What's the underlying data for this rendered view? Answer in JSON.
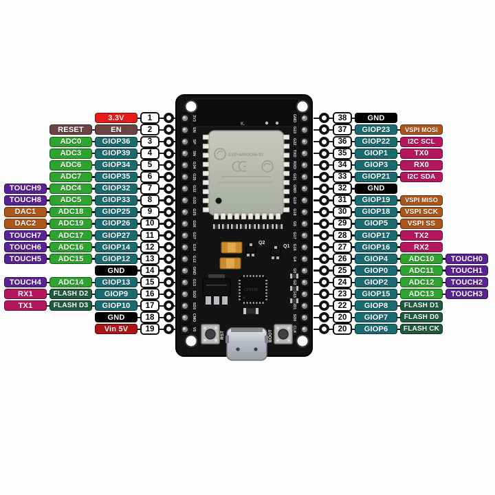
{
  "palette": {
    "power_3v3_red": "#e31b1b",
    "en_reset_brown": "#6b4543",
    "adc_green": "#2fa32f",
    "gpio_teal": "#1a6b70",
    "touch_purple": "#5a2293",
    "dac_vspi_sienna": "#ad561c",
    "uart_i2c_magenta": "#b5175f",
    "flash_dark_green": "#1e5c3c",
    "gnd_black": "#000000",
    "vin_dark_red": "#ae1116",
    "board_black": "#131313",
    "module_silver": "#b9bdb3"
  },
  "pinout": {
    "left_rows": [
      {
        "pin": "1",
        "labels": [
          {
            "text": "3.3V",
            "type": "power3v3"
          }
        ]
      },
      {
        "pin": "2",
        "labels": [
          {
            "text": "RESET",
            "type": "en"
          },
          {
            "text": "EN",
            "type": "en"
          }
        ]
      },
      {
        "pin": "3",
        "labels": [
          {
            "text": "ADC0",
            "type": "adc"
          },
          {
            "text": "GIOP36",
            "type": "gpio"
          }
        ]
      },
      {
        "pin": "4",
        "labels": [
          {
            "text": "ADC3",
            "type": "adc"
          },
          {
            "text": "GIOP39",
            "type": "gpio"
          }
        ]
      },
      {
        "pin": "5",
        "labels": [
          {
            "text": "ADC6",
            "type": "adc"
          },
          {
            "text": "GIOP34",
            "type": "gpio"
          }
        ]
      },
      {
        "pin": "6",
        "labels": [
          {
            "text": "ADC7",
            "type": "adc"
          },
          {
            "text": "GIOP35",
            "type": "gpio"
          }
        ]
      },
      {
        "pin": "7",
        "labels": [
          {
            "text": "TOUCH9",
            "type": "touch"
          },
          {
            "text": "ADC4",
            "type": "adc"
          },
          {
            "text": "GIOP32",
            "type": "gpio"
          }
        ]
      },
      {
        "pin": "8",
        "labels": [
          {
            "text": "TOUCH8",
            "type": "touch"
          },
          {
            "text": "ADC5",
            "type": "adc"
          },
          {
            "text": "GIOP33",
            "type": "gpio"
          }
        ]
      },
      {
        "pin": "9",
        "labels": [
          {
            "text": "DAC1",
            "type": "dac"
          },
          {
            "text": "ADC18",
            "type": "adc"
          },
          {
            "text": "GIOP25",
            "type": "gpio"
          }
        ]
      },
      {
        "pin": "10",
        "labels": [
          {
            "text": "DAC2",
            "type": "dac"
          },
          {
            "text": "ADC19",
            "type": "adc"
          },
          {
            "text": "GIOP26",
            "type": "gpio"
          }
        ]
      },
      {
        "pin": "11",
        "labels": [
          {
            "text": "TOUCH7",
            "type": "touch"
          },
          {
            "text": "ADC17",
            "type": "adc"
          },
          {
            "text": "GIOP27",
            "type": "gpio"
          }
        ]
      },
      {
        "pin": "12",
        "labels": [
          {
            "text": "TOUCH6",
            "type": "touch"
          },
          {
            "text": "ADC16",
            "type": "adc"
          },
          {
            "text": "GIOP14",
            "type": "gpio"
          }
        ]
      },
      {
        "pin": "13",
        "labels": [
          {
            "text": "TOUCH5",
            "type": "touch"
          },
          {
            "text": "ADC15",
            "type": "adc"
          },
          {
            "text": "GIOP12",
            "type": "gpio"
          }
        ]
      },
      {
        "pin": "14",
        "labels": [
          {
            "text": "GND",
            "type": "gnd"
          }
        ]
      },
      {
        "pin": "15",
        "labels": [
          {
            "text": "TOUCH4",
            "type": "touch"
          },
          {
            "text": "ADC14",
            "type": "adc"
          },
          {
            "text": "GIOP13",
            "type": "gpio"
          }
        ]
      },
      {
        "pin": "16",
        "labels": [
          {
            "text": "RX1",
            "type": "uart"
          },
          {
            "text": "FLASH D2",
            "type": "flash"
          },
          {
            "text": "GIOP9",
            "type": "gpio"
          }
        ]
      },
      {
        "pin": "17",
        "labels": [
          {
            "text": "TX1",
            "type": "uart"
          },
          {
            "text": "FLASH D3",
            "type": "flash"
          },
          {
            "text": "GIOP10",
            "type": "gpio"
          }
        ]
      },
      {
        "pin": "18",
        "labels": [
          {
            "text": "GND",
            "type": "gnd"
          }
        ]
      },
      {
        "pin": "19",
        "labels": [
          {
            "text": "Vin 5V",
            "type": "vin"
          }
        ]
      }
    ],
    "right_rows": [
      {
        "pin": "38",
        "labels": [
          {
            "text": "GND",
            "type": "gnd"
          }
        ]
      },
      {
        "pin": "37",
        "labels": [
          {
            "text": "GIOP23",
            "type": "gpio"
          },
          {
            "text": "VSPI MOSI",
            "type": "vspi"
          }
        ]
      },
      {
        "pin": "36",
        "labels": [
          {
            "text": "GIOP22",
            "type": "gpio"
          },
          {
            "text": "I2C SCL",
            "type": "uart"
          }
        ]
      },
      {
        "pin": "35",
        "labels": [
          {
            "text": "GIOP1",
            "type": "gpio"
          },
          {
            "text": "TX0",
            "type": "uart"
          }
        ]
      },
      {
        "pin": "34",
        "labels": [
          {
            "text": "GIOP3",
            "type": "gpio"
          },
          {
            "text": "RX0",
            "type": "uart"
          }
        ]
      },
      {
        "pin": "33",
        "labels": [
          {
            "text": "GIOP21",
            "type": "gpio"
          },
          {
            "text": "I2C SDA",
            "type": "uart"
          }
        ]
      },
      {
        "pin": "32",
        "labels": [
          {
            "text": "GND",
            "type": "gnd"
          }
        ]
      },
      {
        "pin": "31",
        "labels": [
          {
            "text": "GIOP19",
            "type": "gpio"
          },
          {
            "text": "VSPI MISO",
            "type": "vspi"
          }
        ]
      },
      {
        "pin": "30",
        "labels": [
          {
            "text": "GIOP18",
            "type": "gpio"
          },
          {
            "text": "VSPI SCK",
            "type": "vspi"
          }
        ]
      },
      {
        "pin": "29",
        "labels": [
          {
            "text": "GIOP5",
            "type": "gpio"
          },
          {
            "text": "VSPI SS",
            "type": "vspi"
          }
        ]
      },
      {
        "pin": "28",
        "labels": [
          {
            "text": "GIOP17",
            "type": "gpio"
          },
          {
            "text": "TX2",
            "type": "uart"
          }
        ]
      },
      {
        "pin": "27",
        "labels": [
          {
            "text": "GIOP16",
            "type": "gpio"
          },
          {
            "text": "RX2",
            "type": "uart"
          }
        ]
      },
      {
        "pin": "26",
        "labels": [
          {
            "text": "GIOP4",
            "type": "gpio"
          },
          {
            "text": "ADC10",
            "type": "adc"
          },
          {
            "text": "TOUCH0",
            "type": "touch"
          }
        ]
      },
      {
        "pin": "25",
        "labels": [
          {
            "text": "GIOP0",
            "type": "gpio"
          },
          {
            "text": "ADC11",
            "type": "adc"
          },
          {
            "text": "TOUCH1",
            "type": "touch"
          }
        ]
      },
      {
        "pin": "24",
        "labels": [
          {
            "text": "GIOP2",
            "type": "gpio"
          },
          {
            "text": "ADC12",
            "type": "adc"
          },
          {
            "text": "TOUCH2",
            "type": "touch"
          }
        ]
      },
      {
        "pin": "23",
        "labels": [
          {
            "text": "GIOP15",
            "type": "gpio"
          },
          {
            "text": "ADC13",
            "type": "adc"
          },
          {
            "text": "TOUCH3",
            "type": "touch"
          }
        ]
      },
      {
        "pin": "22",
        "labels": [
          {
            "text": "GIOP8",
            "type": "gpio"
          },
          {
            "text": "FLASH D1",
            "type": "flash"
          }
        ]
      },
      {
        "pin": "20",
        "labels": [
          {
            "text": "GIOP7",
            "type": "gpio"
          },
          {
            "text": "FLASH D0",
            "type": "flash"
          }
        ]
      },
      {
        "pin": "20",
        "labels": [
          {
            "text": "GIOP6",
            "type": "gpio"
          },
          {
            "text": "FLASH CK",
            "type": "flash"
          }
        ]
      }
    ]
  },
  "board": {
    "antenna_mark": "K.",
    "module_label": "ESP-WROOM-32",
    "chip_label": "CP2102",
    "rst_label": "RST",
    "boot_label": "BOOT",
    "q1_label": "Q1",
    "q2_label": "Q2",
    "left_silk": [
      "3V3",
      "EN",
      "SP",
      "SN",
      "G34",
      "G35",
      "G32",
      "G33",
      "G25",
      "G26",
      "G27",
      "G14",
      "G12",
      "GND",
      "G13",
      "SD2",
      "SD3",
      "CMD",
      "V5"
    ],
    "right_silk": [
      "GND",
      "G23",
      "G22",
      "TXD",
      "RXD",
      "G21",
      "GND",
      "G19",
      "G18",
      "G5",
      "G17",
      "G16",
      "G4",
      "G0",
      "G2",
      "G15",
      "SD1",
      "SD0",
      "CLK"
    ]
  }
}
